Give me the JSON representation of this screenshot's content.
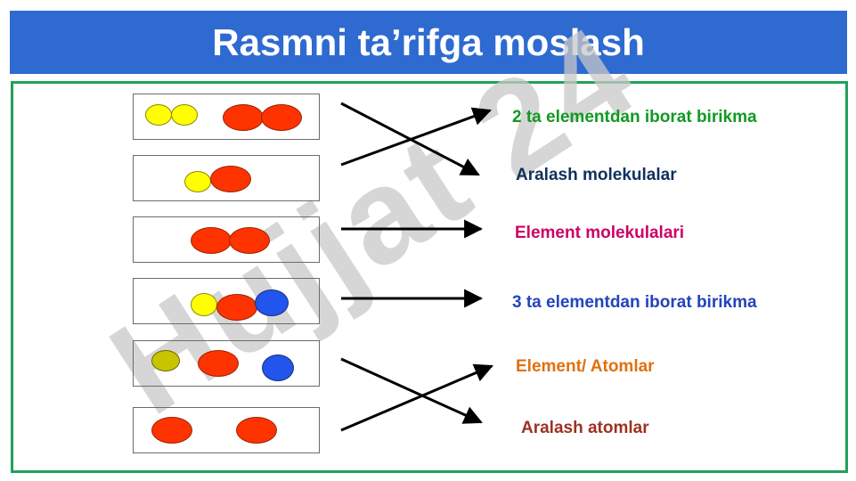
{
  "title": "Rasmni ta’rifga moslash",
  "watermark_text": "Hujjat 24",
  "colors": {
    "title_bar": "#2e6ad0",
    "frame": "#22a05a",
    "watermark": "#c8c8c8"
  },
  "pictures": [
    {
      "balls": [
        "yellow",
        "yellow",
        "red",
        "red"
      ]
    },
    {
      "balls": [
        "yellow",
        "red"
      ]
    },
    {
      "balls": [
        "red",
        "red"
      ]
    },
    {
      "balls": [
        "yellow",
        "red",
        "blue"
      ]
    },
    {
      "balls": [
        "olive",
        "red",
        "blue"
      ]
    },
    {
      "balls": [
        "red",
        "red"
      ]
    }
  ],
  "definitions": [
    {
      "text": "2 ta elementdan iborat birikma",
      "color": "#119922"
    },
    {
      "text": "Aralash molekulalar",
      "color": "#10305c"
    },
    {
      "text": "Element molekulalari",
      "color": "#cc0066"
    },
    {
      "text": "3 ta elementdan iborat birikma",
      "color": "#2244bb"
    },
    {
      "text": "Element/ Atomlar",
      "color": "#e07010"
    },
    {
      "text": "Aralash atomlar",
      "color": "#993322"
    }
  ],
  "matches": [
    {
      "picture": 1,
      "definition": 2
    },
    {
      "picture": 2,
      "definition": 1
    },
    {
      "picture": 3,
      "definition": 3
    },
    {
      "picture": 4,
      "definition": 4
    },
    {
      "picture": 5,
      "definition": 6
    },
    {
      "picture": 6,
      "definition": 5
    }
  ]
}
